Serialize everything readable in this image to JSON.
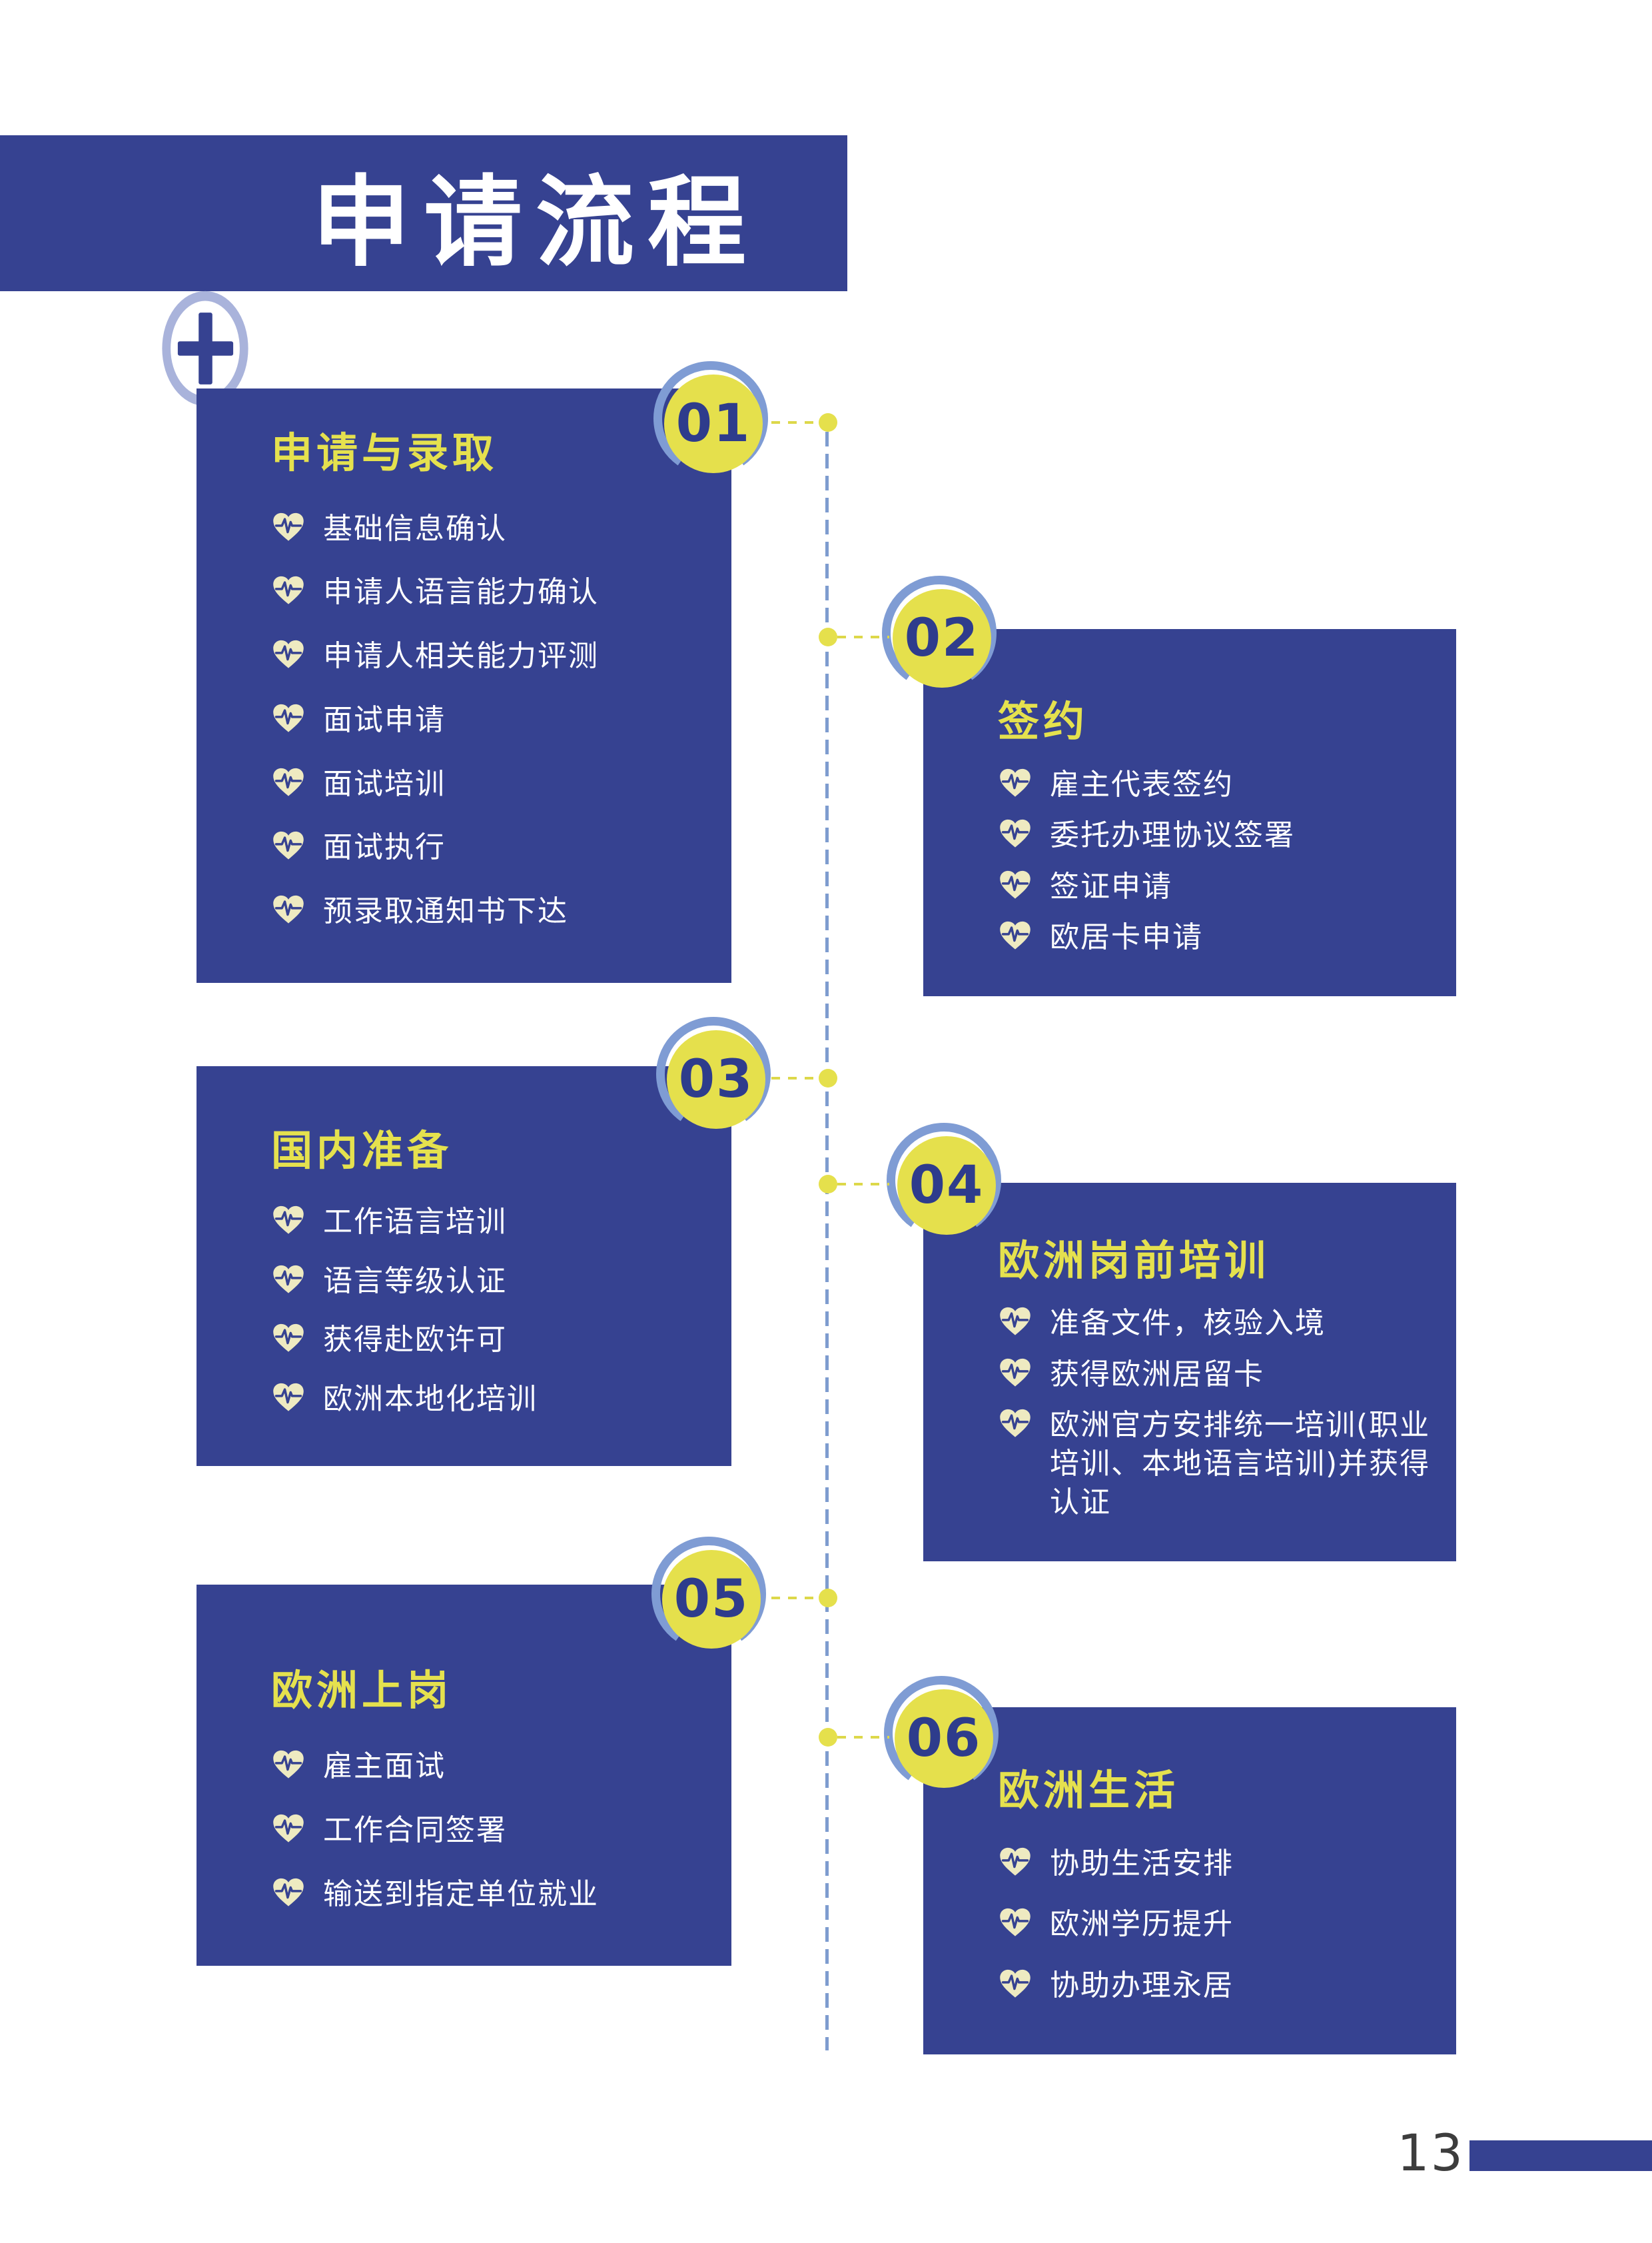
{
  "header": {
    "title": "申请流程",
    "icon": "plus-cross-icon"
  },
  "steps": [
    {
      "number": "01",
      "side": "left",
      "title": "申请与录取",
      "items": [
        "基础信息确认",
        "申请人语言能力确认",
        "申请人相关能力评测",
        "面试申请",
        "面试培训",
        "面试执行",
        "预录取通知书下达"
      ]
    },
    {
      "number": "02",
      "side": "right",
      "title": "签约",
      "items": [
        "雇主代表签约",
        "委托办理协议签署",
        "签证申请",
        "欧居卡申请"
      ]
    },
    {
      "number": "03",
      "side": "left",
      "title": "国内准备",
      "items": [
        "工作语言培训",
        "语言等级认证",
        "获得赴欧许可",
        "欧洲本地化培训"
      ]
    },
    {
      "number": "04",
      "side": "right",
      "title": "欧洲岗前培训",
      "items": [
        "准备文件，核验入境",
        "获得欧洲居留卡",
        "欧洲官方安排统一培训(职业培训、本地语言培训)并获得认证"
      ]
    },
    {
      "number": "05",
      "side": "left",
      "title": "欧洲上岗",
      "items": [
        "雇主面试",
        "工作合同签署",
        "输送到指定单位就业"
      ]
    },
    {
      "number": "06",
      "side": "right",
      "title": "欧洲生活",
      "items": [
        "协助生活安排",
        "欧洲学历提升",
        "协助办理永居"
      ]
    }
  ],
  "footer": {
    "page_number": "13"
  },
  "colors": {
    "navy": "#364291",
    "yellow": "#e5e04c",
    "ring_blue": "#7f9cd4",
    "timeline_blue": "#7e9ccf",
    "heart_fill": "#eeeac1",
    "number_navy": "#2e3c8c",
    "text_white": "#ffffff"
  }
}
